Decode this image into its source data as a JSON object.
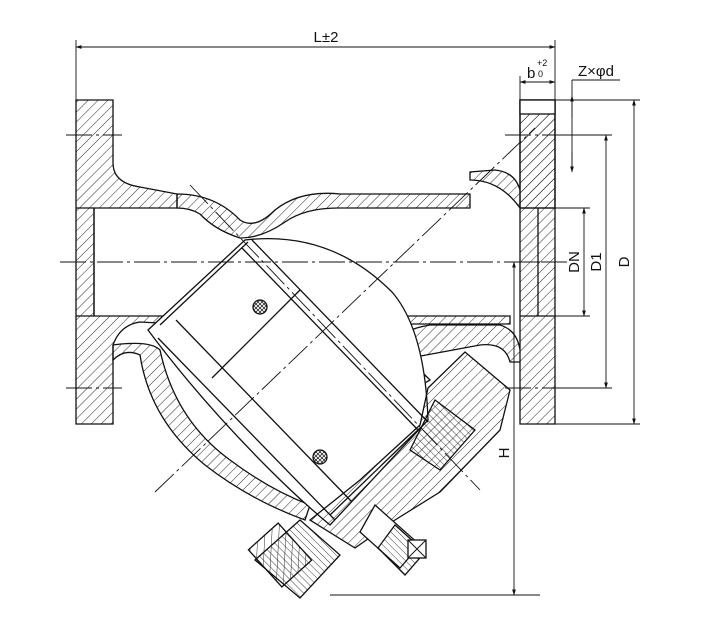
{
  "labels": {
    "length": "L±2",
    "flange_thickness": "b",
    "tol_plus": "+2",
    "tol_zero": "0",
    "bolt_holes": "Z×φd",
    "nominal_diameter": "DN",
    "bolt_circle": "D1",
    "flange_diameter": "D",
    "height": "H"
  },
  "colors": {
    "line": "#111111",
    "background": "#ffffff"
  }
}
